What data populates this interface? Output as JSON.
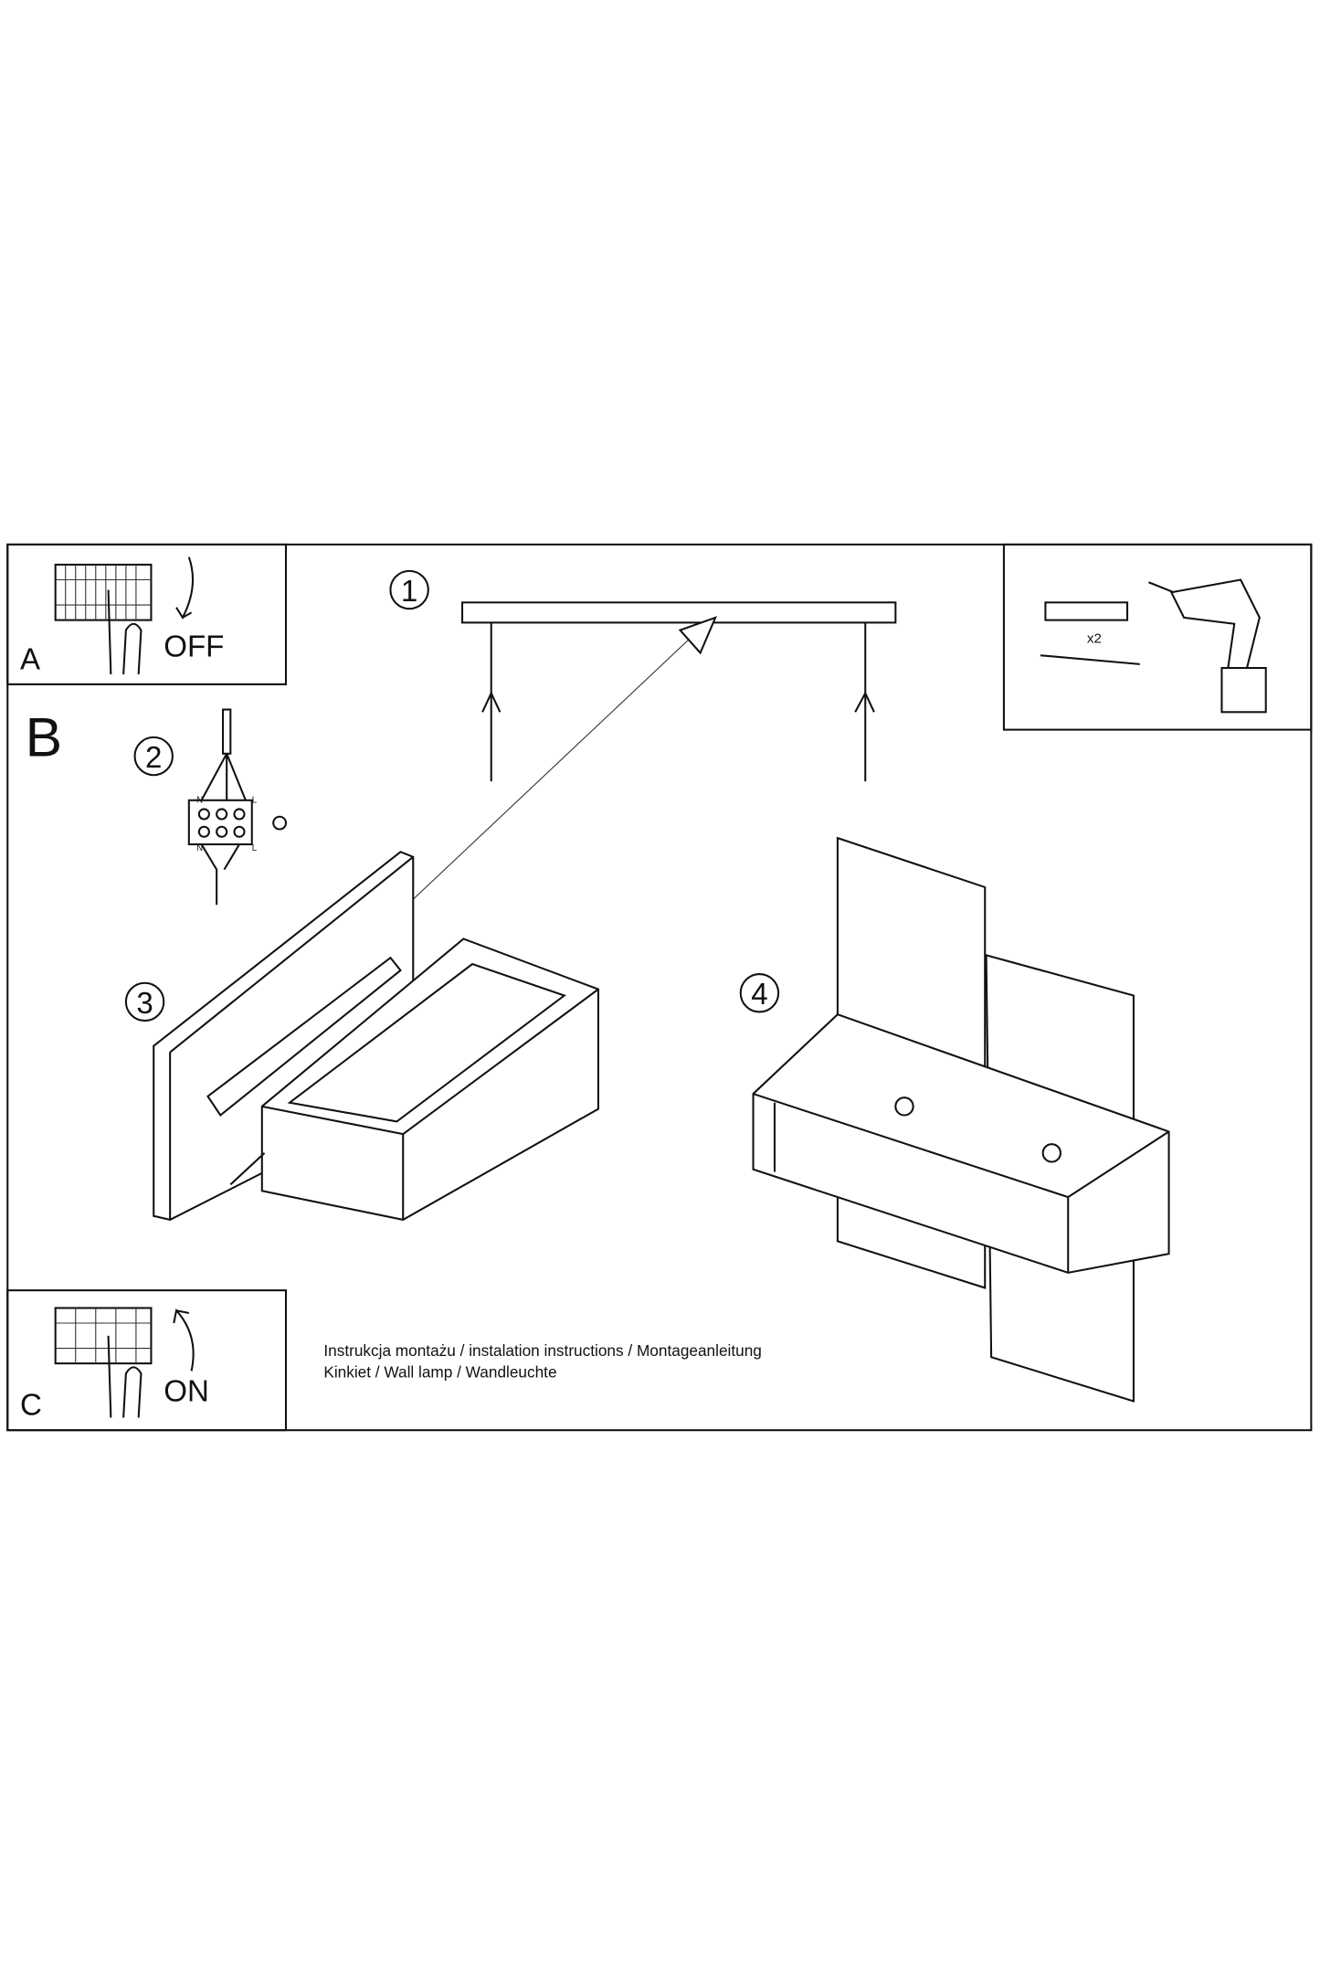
{
  "panel_a": {
    "label": "A",
    "action": "OFF"
  },
  "panel_b": {
    "label": "B"
  },
  "panel_c": {
    "label": "C",
    "action": "ON"
  },
  "steps": [
    "1",
    "2",
    "3",
    "4"
  ],
  "wiring": {
    "n_top": "N",
    "l_top": "L",
    "n_bottom": "N",
    "l_bottom": "L"
  },
  "tools": {
    "quantity": "x2"
  },
  "caption": {
    "line1": "Instrukcja montażu / instalation instructions / Montageanleitung",
    "line2": "Kinkiet / Wall lamp / Wandleuchte"
  }
}
